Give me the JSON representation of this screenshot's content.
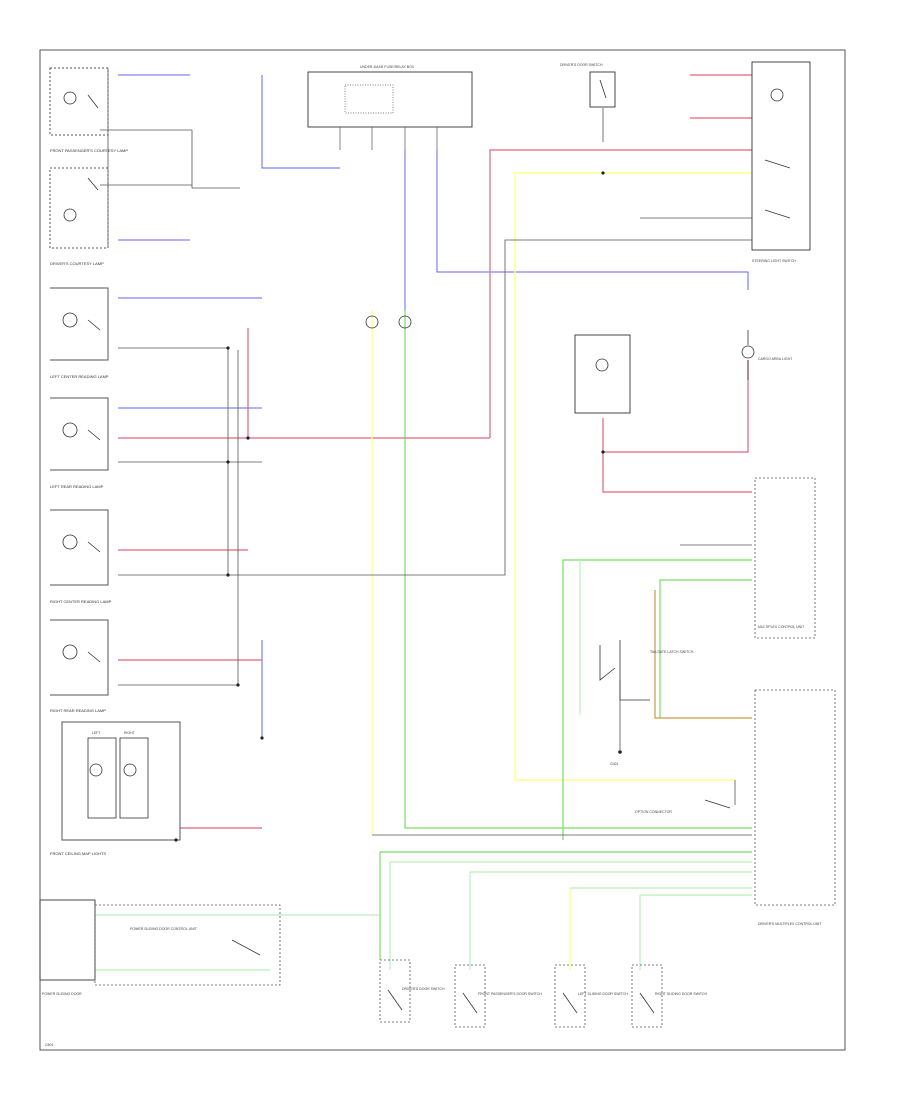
{
  "labels": {
    "front_passengers_courtesy_lamp": "FRONT PASSENGER'S COURTESY LAMP",
    "drivers_courtesy_lamp": "DRIVER'S COURTESY LAMP",
    "left_center_reading_lamp": "LEFT CENTER READING LAMP",
    "left_rear_reading_lamp": "LEFT REAR READING LAMP",
    "right_center_reading_lamp": "RIGHT CENTER READING LAMP",
    "right_rear_reading_lamp": "RIGHT REAR READING LAMP",
    "front_ceiling_map_lights": "FRONT CEILING MAP LIGHTS",
    "steering_light_switch": "STEERING LIGHT SWITCH",
    "drivers_door_lock_switch": "DRIVER'S DOOR SWITCH",
    "power_sliding_door_switch": "POWER SLIDING DOOR",
    "option_connector": "OPTION CONNECTOR",
    "under_dash_fuse_box": "UNDER-DASH FUSE/RELAY BOX",
    "cargo_area_light": "CARGO AREA LIGHT",
    "tailgate_latch_switch": "TAILGATE LATCH SWITCH",
    "left": "LEFT",
    "right": "RIGHT",
    "power_sliding_door_control": "POWER SLIDING DOOR CONTROL UNIT",
    "multiplex_control_unit": "MULTIPLEX CONTROL UNIT",
    "drivers_multiplex": "DRIVER'S MULTIPLEX CONTROL UNIT",
    "front_passengers_door_switch": "FRONT PASSENGER'S DOOR SWITCH",
    "left_sliding_door_switch": "LEFT SLIDING DOOR SWITCH",
    "right_sliding_door_switch": "RIGHT SLIDING DOOR SWITCH",
    "drivers_door_switch_bottom": "DRIVER'S DOOR SWITCH",
    "g401": "G401",
    "g501": "G501"
  },
  "wire_colors": {
    "blue": "#6666ee",
    "red": "#dd6677",
    "yellow": "#ffff88",
    "green": "#77dd66",
    "light_green": "#bbeebb",
    "orange": "#cc9944",
    "gray": "#555555"
  }
}
